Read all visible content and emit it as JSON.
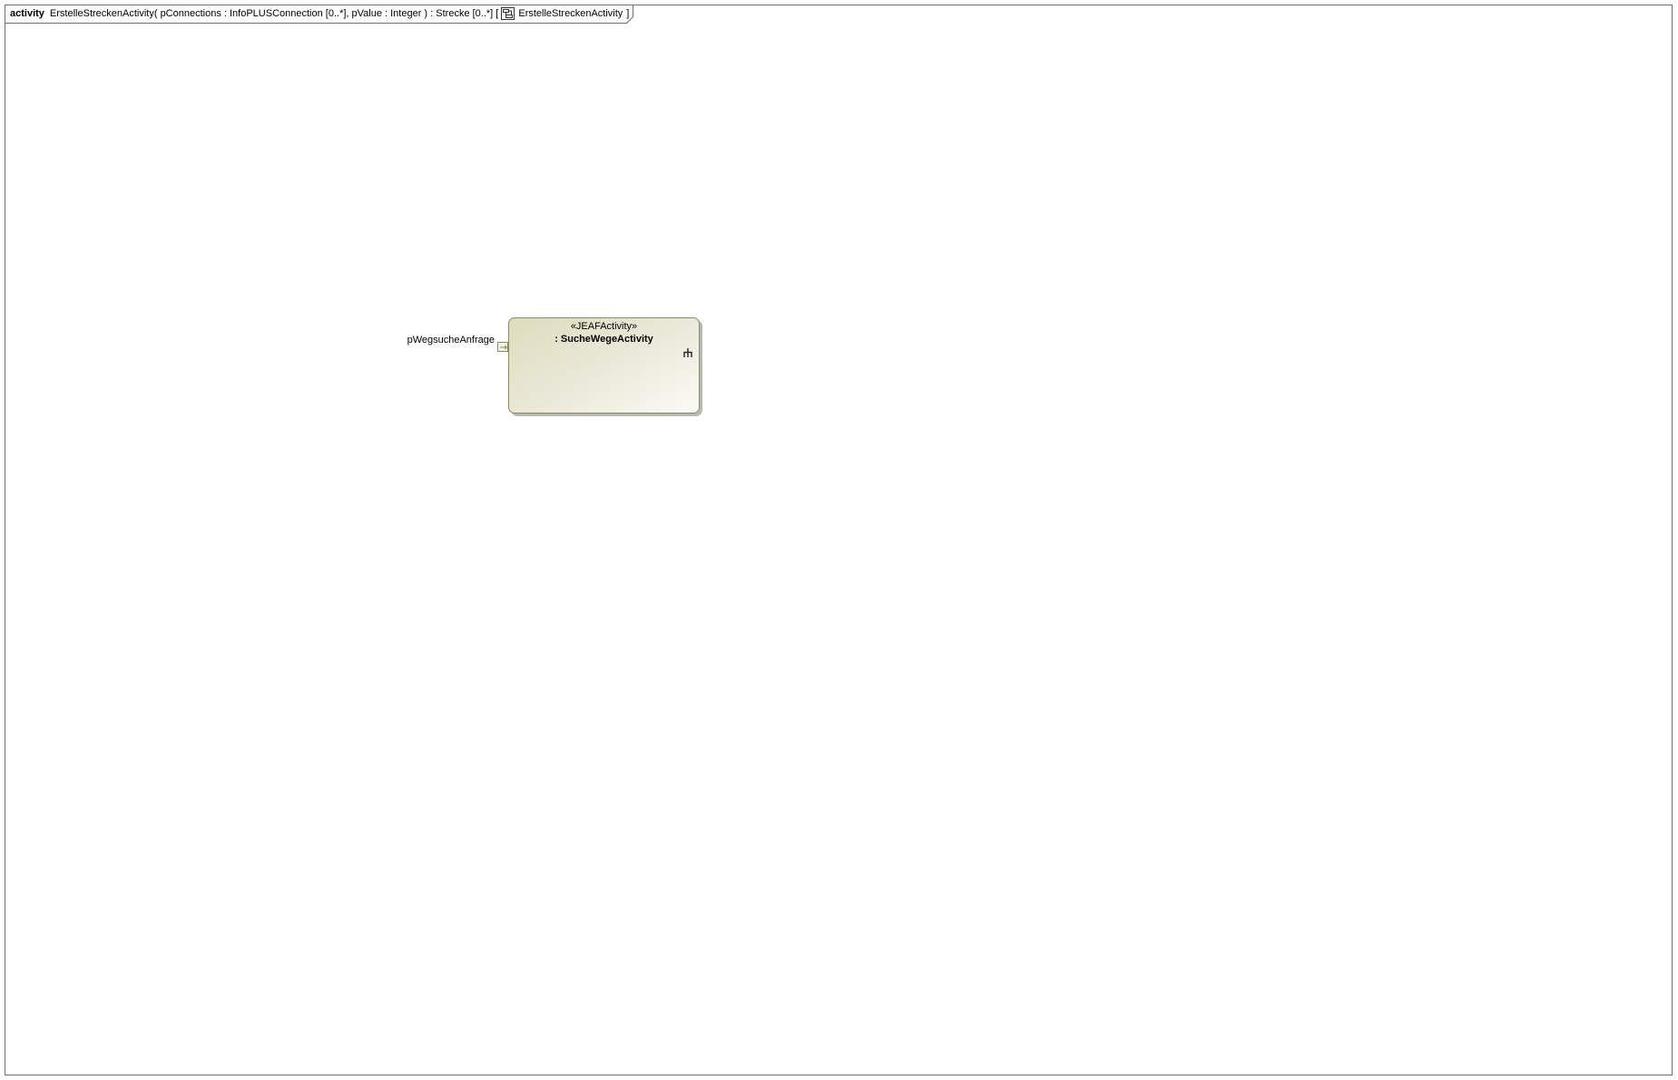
{
  "frame": {
    "keyword": "activity",
    "signature": "ErstelleStreckenActivity( pConnections : InfoPLUSConnection [0..*], pValue : Integer ) : Strecke [0..*] [",
    "diagram_icon": "activity-diagram-icon",
    "diagram_name": "ErstelleStreckenActivity",
    "closing_bracket": "]"
  },
  "action": {
    "stereotype": "«JEAFActivity»",
    "name": ": SucheWegeActivity",
    "icon": "call-behavior-rake-icon"
  },
  "pin": {
    "label": "pWegsucheAnfrage",
    "icon": "input-pin-arrow-icon"
  },
  "colors": {
    "frame_border": "#6f6f6f",
    "action_border": "#8c8c5c",
    "action_fill_start": "#dedcbc",
    "action_fill_end": "#fbfbf6"
  }
}
